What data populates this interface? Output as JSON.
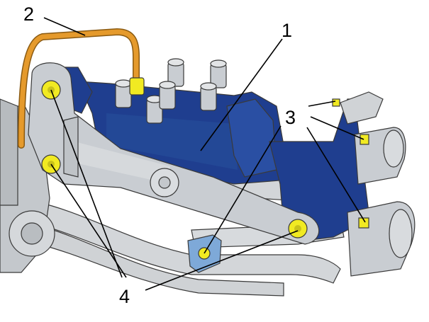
{
  "callouts": [
    {
      "label": "1"
    },
    {
      "label": "2"
    },
    {
      "label": "3"
    },
    {
      "label": "4"
    }
  ],
  "colors": {
    "module_blue": "#1f3e8f",
    "module_blue_dark": "#142b6b",
    "bracket_grey": "#c9cdd2",
    "pipe_grey": "#d3d6d9",
    "fuel_line_orange": "#e59a2c",
    "bolt_yellow": "#f1ea22",
    "clip_light_blue": "#7ea9d8"
  },
  "icons": [
    "bolt-icon",
    "connector-icon"
  ]
}
